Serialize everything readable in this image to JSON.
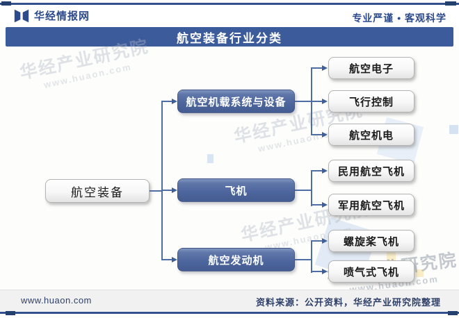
{
  "header": {
    "brand": "华经情报网",
    "slogan": "专业严谨 • 客观科学"
  },
  "title": "航空装备行业分类",
  "tree": {
    "root": "航空装备",
    "branches": [
      {
        "label": "航空机载系统与设备",
        "children": [
          "航空电子",
          "飞行控制",
          "航空机电"
        ]
      },
      {
        "label": "飞机",
        "children": [
          "民用航空飞机",
          "军用航空飞机"
        ]
      },
      {
        "label": "航空发动机",
        "children": [
          "螺旋桨飞机",
          "喷气式飞机"
        ]
      }
    ]
  },
  "watermark": {
    "text": "华经产业研究院",
    "url": "www.huaon.com"
  },
  "footer": {
    "site": "www.huaon.com",
    "source": "资料来源：公开资料，华经产业研究院整理"
  },
  "colors": {
    "navy_border": "#31508d",
    "title_bar": "#3c5b9b",
    "branch_node_blue": "#4c659c",
    "connector": "#4d6da3",
    "footer_text": "#2e3f68",
    "watermark_gray": "#b0b6c2"
  }
}
